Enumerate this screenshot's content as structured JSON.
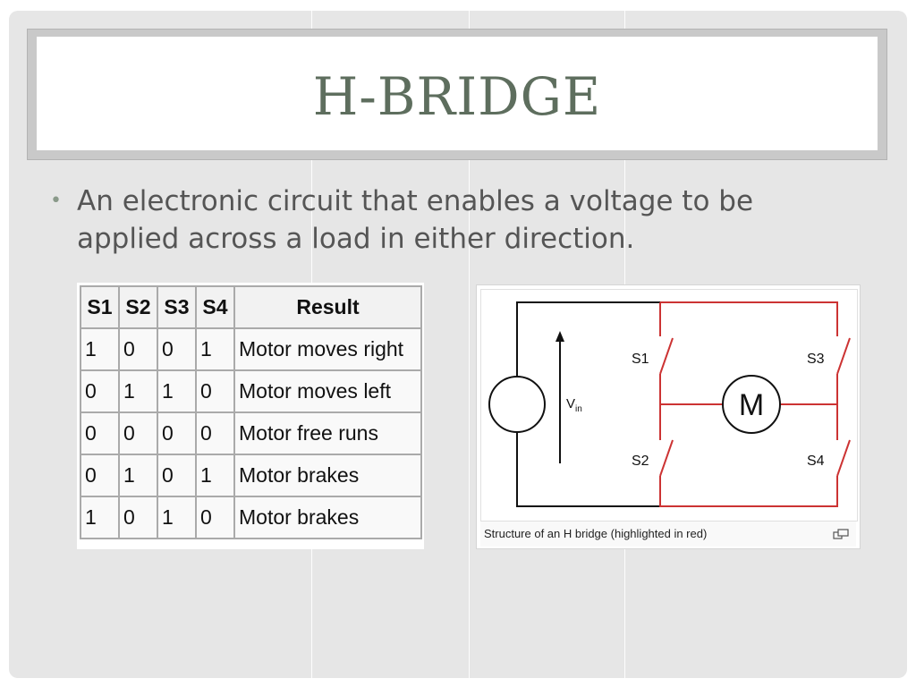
{
  "slide": {
    "title": "H-BRIDGE",
    "bullet_text": "An electronic circuit that enables a voltage to be applied across a load in either direction."
  },
  "truth_table": {
    "headers": [
      "S1",
      "S2",
      "S3",
      "S4",
      "Result"
    ],
    "rows": [
      [
        "1",
        "0",
        "0",
        "1",
        "Motor moves right"
      ],
      [
        "0",
        "1",
        "1",
        "0",
        "Motor moves left"
      ],
      [
        "0",
        "0",
        "0",
        "0",
        "Motor free runs"
      ],
      [
        "0",
        "1",
        "0",
        "1",
        "Motor brakes"
      ],
      [
        "1",
        "0",
        "1",
        "0",
        "Motor brakes"
      ]
    ]
  },
  "diagram": {
    "labels": {
      "s1": "S1",
      "s2": "S2",
      "s3": "S3",
      "s4": "S4",
      "motor": "M",
      "vin_main": "V",
      "vin_sub": "in"
    },
    "caption": "Structure of an H bridge (highlighted in red)",
    "icons": {
      "enlarge": "enlarge-icon",
      "bullet": "bullet-dot"
    },
    "colors": {
      "bridge": "#cc3333",
      "wire": "#111111",
      "title": "#5e6e5e"
    }
  }
}
